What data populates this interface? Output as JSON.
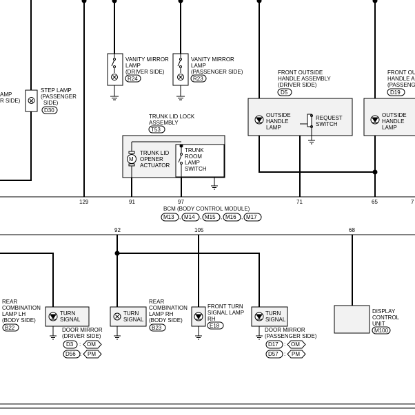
{
  "components": {
    "step_lamp_driver": {
      "line1": "AMP",
      "line2": "R SIDE)"
    },
    "step_lamp_passenger": {
      "line1": "STEP LAMP",
      "line2": "(PASSENGER",
      "line3": "SIDE)",
      "connector": "D30"
    },
    "vanity_driver": {
      "line1": "VANITY MIRROR",
      "line2": "LAMP",
      "line3": "(DRIVER SIDE)",
      "connector": "R24"
    },
    "vanity_passenger": {
      "line1": "VANITY MIRROR",
      "line2": "LAMP",
      "line3": "(PASSENGER SIDE)",
      "connector": "R23"
    },
    "front_handle_driver": {
      "line1": "FRONT OUTSIDE",
      "line2": "HANDLE ASSEMBLY",
      "line3": "(DRIVER SIDE)",
      "connector": "D5",
      "lamp1": "OUTSIDE",
      "lamp2": "HANDLE",
      "lamp3": "LAMP",
      "switch1": "REQUEST",
      "switch2": "SWITCH"
    },
    "front_handle_passenger": {
      "line1": "FRONT OUT",
      "line2": "HANDLE A",
      "line3": "(PASSENG",
      "connector": "D19",
      "lamp1": "OUTSIDE",
      "lamp2": "HANDLE",
      "lamp3": "LAMP"
    },
    "trunk_lid": {
      "line1": "TRUNK LID LOCK",
      "line2": "ASSEMBLY",
      "connector": "T53",
      "act1": "TRUNK LID",
      "act2": "OPENER",
      "act3": "ACTUATOR",
      "sw1": "TRUNK",
      "sw2": "ROOM",
      "sw3": "LAMP",
      "sw4": "SWITCH"
    },
    "rear_combo_lh": {
      "line1": "REAR",
      "line2": "COMBINATION",
      "line3": "LAMP LH",
      "line4": "(BODY SIDE)",
      "connector": "B22",
      "lamp1": "TURN",
      "lamp2": "SIGNAL"
    },
    "rear_combo_rh": {
      "line1": "REAR",
      "line2": "COMBINATION",
      "line3": "LAMP RH",
      "line4": "(BODY SIDE)",
      "connector": "B23",
      "lamp1": "TURN",
      "lamp2": "SIGNAL"
    },
    "front_turn_rh": {
      "line1": "FRONT TURN",
      "line2": "SIGNAL LAMP",
      "line3": "RH",
      "connector": "E18"
    },
    "door_mirror_driver": {
      "line1": "DOOR MIRROR",
      "line2": "(DRIVER SIDE)",
      "conn1": "D3",
      "opt1": "OM",
      "conn2": "D56",
      "opt2": "PM",
      "lamp1": "TURN",
      "lamp2": "SIGNAL"
    },
    "door_mirror_passenger": {
      "line1": "DOOR MIRROR",
      "line2": "(PASSENGER SIDE)",
      "conn1": "D17",
      "opt1": "OM",
      "conn2": "D57",
      "opt2": "PM",
      "lamp1": "TURN",
      "lamp2": "SIGNAL"
    },
    "display": {
      "line1": "DISPLAY",
      "line2": "CONTROL",
      "line3": "UNIT",
      "connector": "M100"
    }
  },
  "bcm": {
    "title": "BCM (BODY CONTROL MODULE)",
    "connectors": [
      "M13",
      "M14",
      "M15",
      "M16",
      "M17"
    ],
    "separator": ",",
    "pins_top": [
      "129",
      "91",
      "97",
      "71",
      "65",
      "7"
    ],
    "pins_bottom": [
      "92",
      "105",
      "68"
    ]
  }
}
